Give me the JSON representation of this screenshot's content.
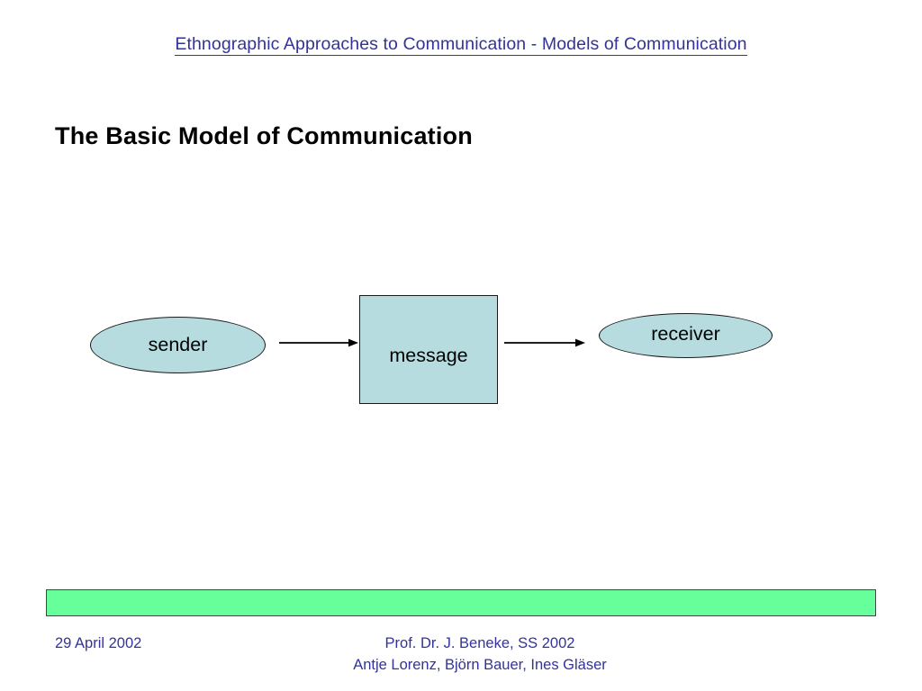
{
  "slide": {
    "header": "Ethnographic Approaches to Communication - Models of Communication",
    "title": "The Basic Model of Communication"
  },
  "diagram": {
    "type": "flow",
    "nodes": [
      {
        "id": "sender",
        "label": "sender",
        "shape": "ellipse"
      },
      {
        "id": "message",
        "label": "message",
        "shape": "rectangle"
      },
      {
        "id": "receiver",
        "label": "receiver",
        "shape": "ellipse"
      }
    ],
    "edges": [
      {
        "from": "sender",
        "to": "message",
        "style": "arrow"
      },
      {
        "from": "message",
        "to": "receiver",
        "style": "arrow"
      }
    ],
    "colors": {
      "node_fill": "#b6dcdf",
      "node_border": "#1a1a1a",
      "edge": "#000000"
    }
  },
  "decoration": {
    "bar_color": "#66ff99",
    "bar_border": "#3a4a4a"
  },
  "footer": {
    "date": "29 April 2002",
    "lecturer": "Prof. Dr. J. Beneke, SS 2002",
    "authors": "Antje Lorenz, Björn Bauer, Ines Gläser",
    "color": "#333399"
  }
}
